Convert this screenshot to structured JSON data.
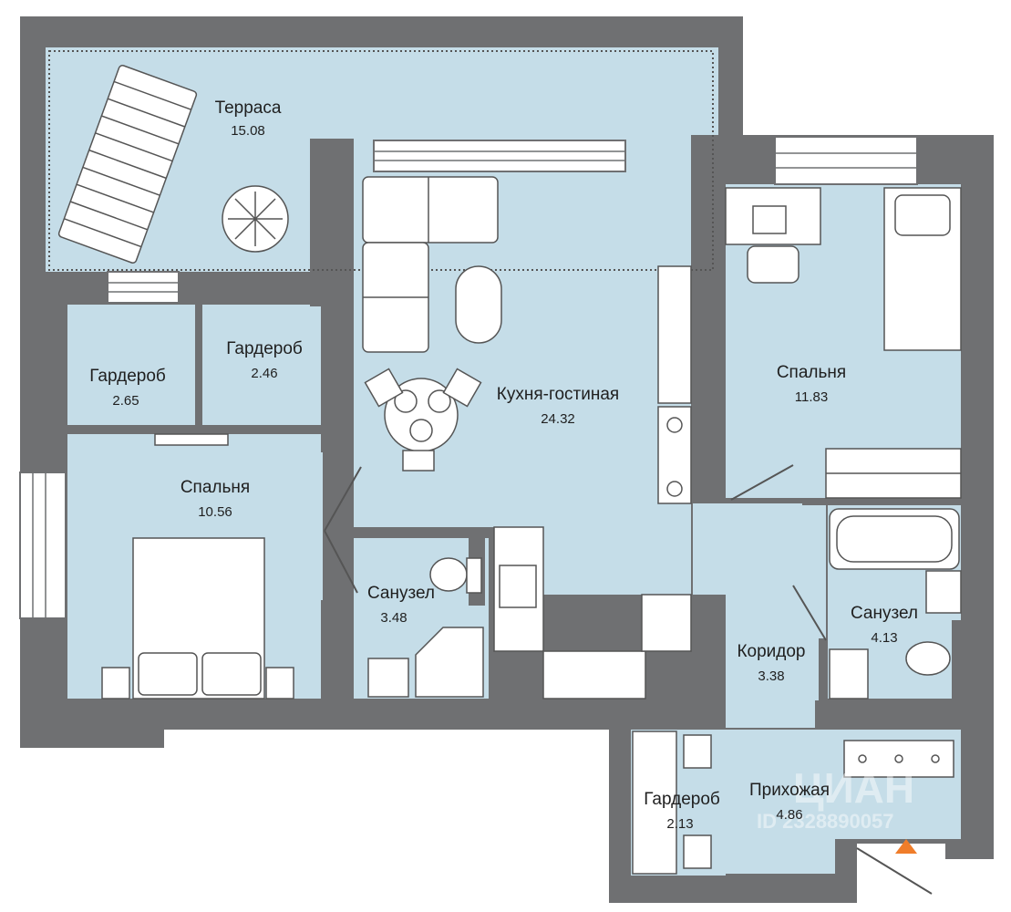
{
  "rooms": [
    {
      "key": "terrace",
      "name": "Терраса",
      "area": "15.08"
    },
    {
      "key": "ward1",
      "name": "Гардероб",
      "area": "2.65"
    },
    {
      "key": "ward2",
      "name": "Гардероб",
      "area": "2.46"
    },
    {
      "key": "kitchen",
      "name": "Кухня-гостиная",
      "area": "24.32"
    },
    {
      "key": "bed_r",
      "name": "Спальня",
      "area": "11.83"
    },
    {
      "key": "bed_l",
      "name": "Спальня",
      "area": "10.56"
    },
    {
      "key": "bath1",
      "name": "Санузел",
      "area": "3.48"
    },
    {
      "key": "bath2",
      "name": "Санузел",
      "area": "4.13"
    },
    {
      "key": "corridor",
      "name": "Коридор",
      "area": "3.38"
    },
    {
      "key": "hall",
      "name": "Прихожая",
      "area": "4.86"
    },
    {
      "key": "ward3",
      "name": "Гардероб",
      "area": "2.13"
    }
  ],
  "watermark": {
    "brand": "ЦИАН",
    "id": "ID 2328890057"
  },
  "colors": {
    "wall": "#6f7072",
    "floor": "#c5dde8",
    "furniture_stroke": "#555555",
    "entrance_marker": "#f07d2a"
  },
  "icons": {
    "entrance": "entrance-triangle-icon",
    "watermark": "map-pin-icon"
  }
}
